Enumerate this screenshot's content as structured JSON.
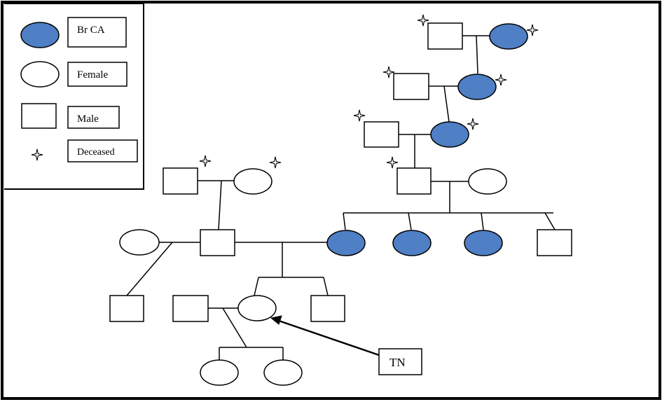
{
  "legend": {
    "items": [
      {
        "label": "Br CA",
        "symbol": "affected-female",
        "icon": "filled-oval-icon"
      },
      {
        "label": "Female",
        "symbol": "female",
        "icon": "oval-icon"
      },
      {
        "label": "Male",
        "symbol": "male",
        "icon": "square-icon"
      },
      {
        "label": "Deceased",
        "symbol": "deceased",
        "icon": "star-icon"
      }
    ]
  },
  "proband": {
    "label": "TN"
  },
  "colors": {
    "affected_fill": "#4f7fc4",
    "unaffected_fill": "#ffffff",
    "stroke": "#000000"
  },
  "individuals": [
    {
      "id": "ggg-grandfather",
      "sex": "male",
      "affected": false,
      "deceased": true
    },
    {
      "id": "ggg-grandmother",
      "sex": "female",
      "affected": true,
      "deceased": true
    },
    {
      "id": "gg-grandfather",
      "sex": "male",
      "affected": false,
      "deceased": true
    },
    {
      "id": "gg-grandmother",
      "sex": "female",
      "affected": true,
      "deceased": true
    },
    {
      "id": "g-grandfather-maternal",
      "sex": "male",
      "affected": false,
      "deceased": true
    },
    {
      "id": "g-grandmother-maternal",
      "sex": "female",
      "affected": true,
      "deceased": true
    },
    {
      "id": "grandfather-maternal",
      "sex": "male",
      "affected": false,
      "deceased": true
    },
    {
      "id": "grandmother-maternal",
      "sex": "female",
      "affected": false,
      "deceased": false
    },
    {
      "id": "grandfather-paternal",
      "sex": "male",
      "affected": false,
      "deceased": true
    },
    {
      "id": "grandmother-paternal",
      "sex": "female",
      "affected": false,
      "deceased": true
    },
    {
      "id": "father-first-wife",
      "sex": "female",
      "affected": false,
      "deceased": false
    },
    {
      "id": "father",
      "sex": "male",
      "affected": false,
      "deceased": false
    },
    {
      "id": "mother",
      "sex": "female",
      "affected": true,
      "deceased": false
    },
    {
      "id": "aunt-1",
      "sex": "female",
      "affected": true,
      "deceased": false
    },
    {
      "id": "aunt-2",
      "sex": "female",
      "affected": true,
      "deceased": false
    },
    {
      "id": "uncle",
      "sex": "male",
      "affected": false,
      "deceased": false
    },
    {
      "id": "half-brother",
      "sex": "male",
      "affected": false,
      "deceased": false
    },
    {
      "id": "husband",
      "sex": "male",
      "affected": false,
      "deceased": false
    },
    {
      "id": "proband",
      "sex": "female",
      "affected": false,
      "deceased": false
    },
    {
      "id": "brother",
      "sex": "male",
      "affected": false,
      "deceased": false
    },
    {
      "id": "daughter-1",
      "sex": "female",
      "affected": false,
      "deceased": false
    },
    {
      "id": "daughter-2",
      "sex": "female",
      "affected": false,
      "deceased": false
    }
  ]
}
